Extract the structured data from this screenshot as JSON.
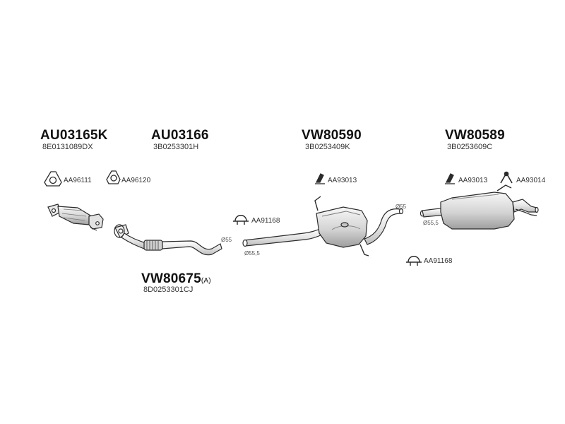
{
  "parts": {
    "au03165k": {
      "code": "AU03165K",
      "oe": "8E0131089DX"
    },
    "au03166": {
      "code": "AU03166",
      "oe": "3B0253301H"
    },
    "vw80590": {
      "code": "VW80590",
      "oe": "3B0253409K"
    },
    "vw80589": {
      "code": "VW80589",
      "oe": "3B0253609C"
    },
    "vw80675": {
      "code": "VW80675",
      "suffix": "(A)",
      "oe": "8D0253301CJ"
    }
  },
  "accessories": {
    "aa96111": "AA96111",
    "aa96120": "AA96120",
    "aa91168_a": "AA91168",
    "aa93013_a": "AA93013",
    "aa93013_b": "AA93013",
    "aa93014": "AA93014",
    "aa91168_b": "AA91168"
  },
  "dimensions": {
    "d55_a": "Ø55",
    "d55_5_a": "Ø55,5",
    "d55_b": "Ø55",
    "d55_5_b": "Ø55,5"
  },
  "colors": {
    "line": "#2b2b2b",
    "shade": "#d9d9d9",
    "light": "#efefef"
  }
}
